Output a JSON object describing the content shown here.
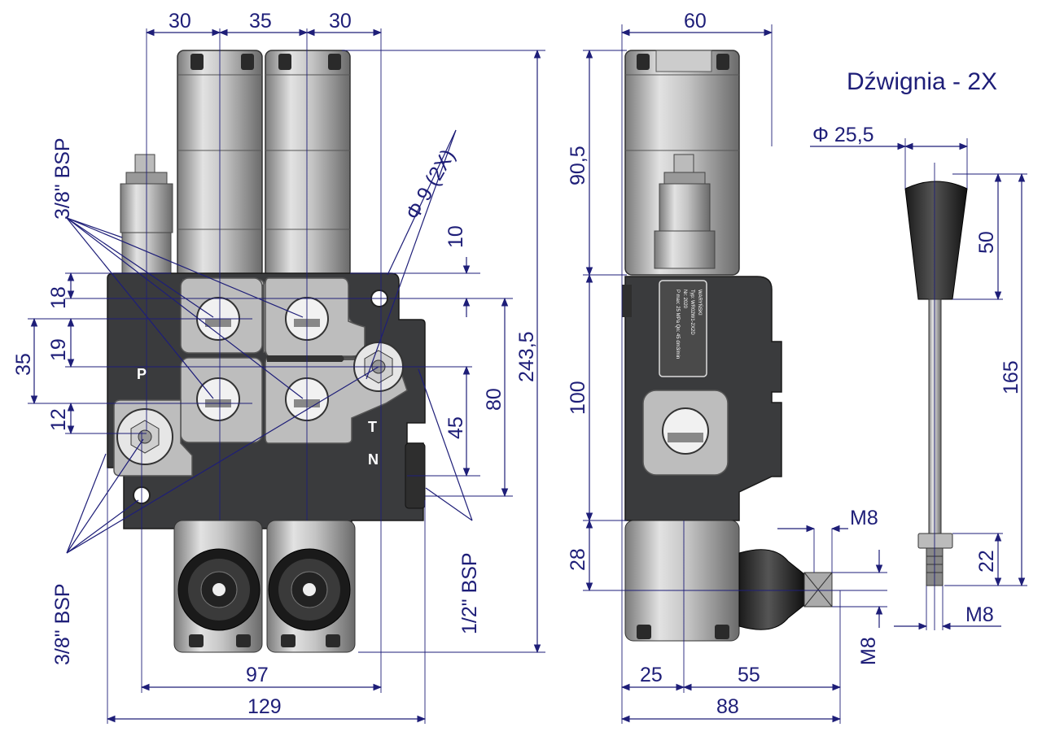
{
  "title": "Dźwignia - 2X",
  "front_view": {
    "top_dims": [
      "30",
      "35",
      "30"
    ],
    "left_dims": [
      "18",
      "19",
      "35",
      "12"
    ],
    "right_dims": [
      "10",
      "45",
      "80",
      "243,5"
    ],
    "bottom_dims": [
      "97",
      "129"
    ],
    "hole_label": "Φ 9 (2X)",
    "thread_labels": [
      "3/8\" BSP",
      "3/8\" BSP",
      "1/2\" BSP"
    ],
    "port_letters": [
      "P",
      "T",
      "N"
    ]
  },
  "side_view": {
    "top_dim": "60",
    "left_dims": [
      "90,5",
      "100",
      "28"
    ],
    "bottom_dims": [
      "25",
      "55",
      "88"
    ],
    "thread_dims": [
      "M8",
      "M8"
    ],
    "plate_text": [
      "WARYŃSKI",
      "Typ: WR02W1-2X2D",
      "Nr: 2020",
      "P max: 25 MPa  Qn: 45 dm3/min"
    ]
  },
  "lever": {
    "diameter": "Φ 25,5",
    "dims": [
      "50",
      "165",
      "22"
    ],
    "thread": "M8"
  }
}
